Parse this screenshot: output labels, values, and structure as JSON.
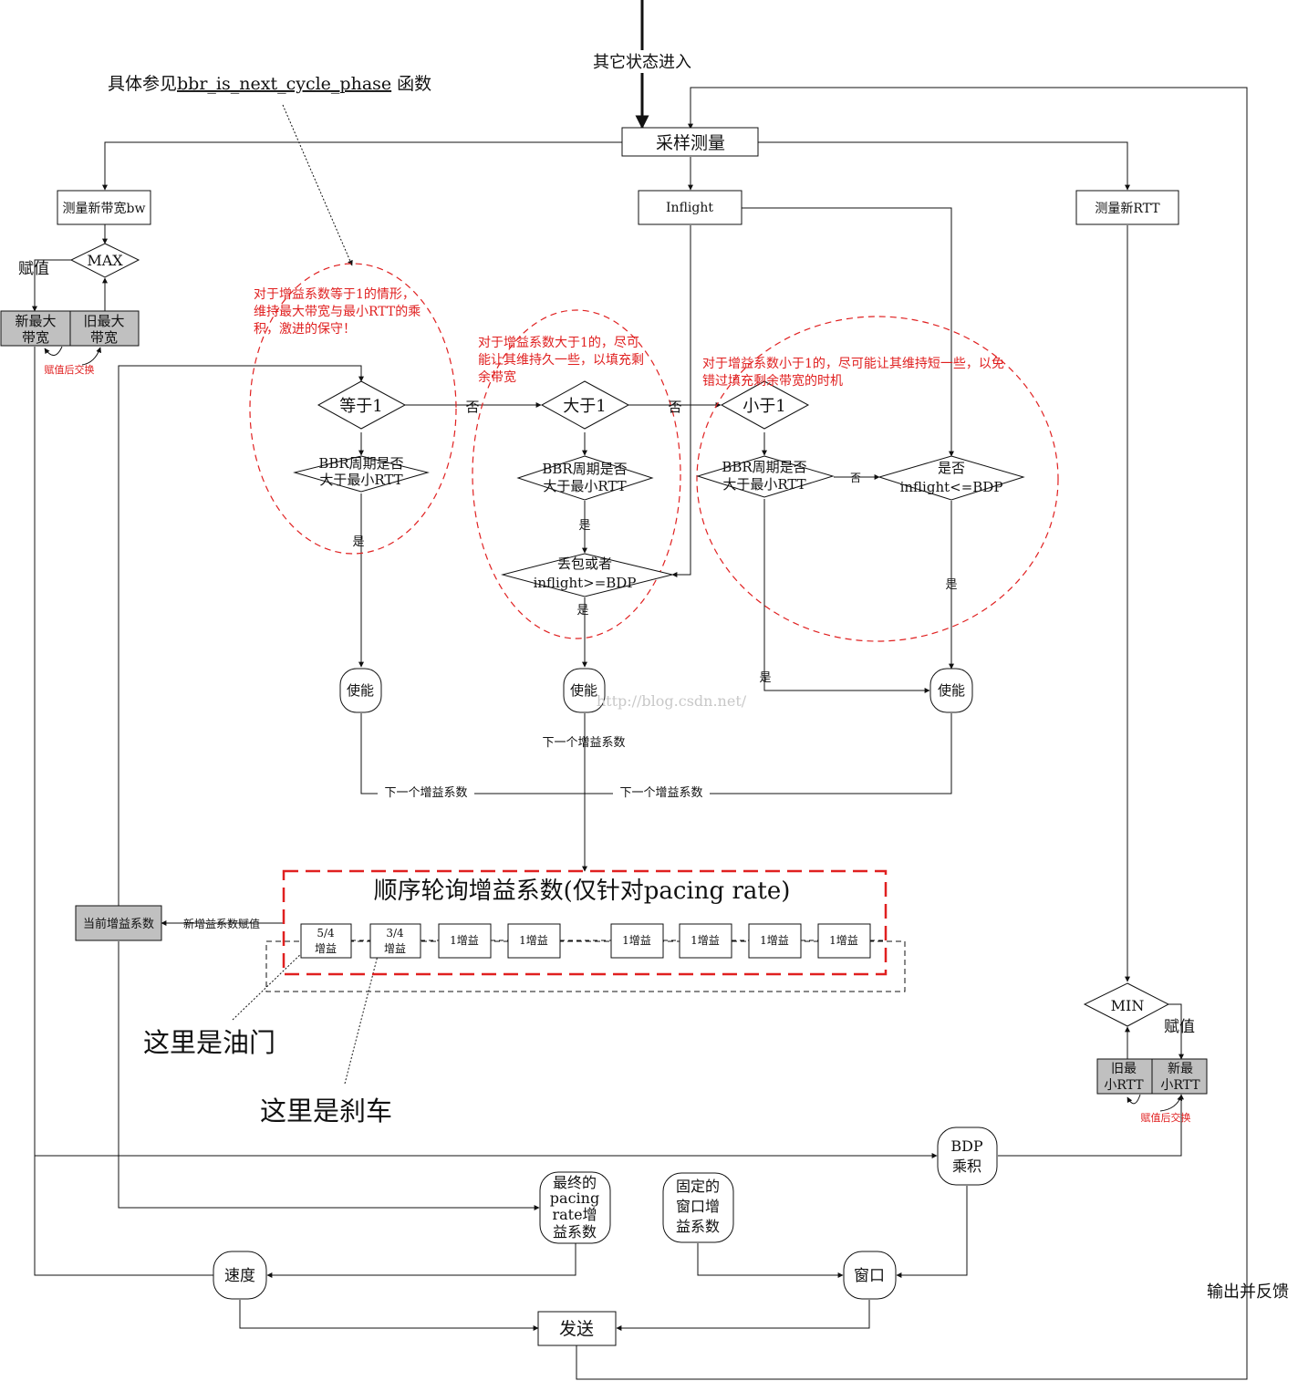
{
  "top_entry": "其它状态进入",
  "reference": {
    "prefix": "具体参见",
    "func": "bbr_is_next_cycle_phase",
    "suffix": " 函数"
  },
  "sample": "采样测量",
  "left": {
    "measure_bw": "测量新带宽bw",
    "max": "MAX",
    "assign": "赋值",
    "new_max": [
      "新最大",
      "带宽"
    ],
    "old_max": [
      "旧最大",
      "带宽"
    ],
    "swap": "赋值后交换"
  },
  "inflight": "Inflight",
  "right": {
    "measure_rtt": "测量新RTT",
    "min": "MIN",
    "assign": "赋值",
    "old_min": [
      "旧最",
      "小RTT"
    ],
    "new_min": [
      "新最",
      "小RTT"
    ],
    "swap": "赋值后交换",
    "feedback": "输出并反馈"
  },
  "notes": {
    "eq": [
      "对于增益系数等于1的情形，",
      "维持最大带宽与最小RTT的乘",
      "积，激进的保守！"
    ],
    "gt": [
      "对于增益系数大于1的，尽可",
      "能让其维持久一些，以填充剩",
      "余带宽"
    ],
    "lt": [
      "对于增益系数小于1的，尽可能让其维持短一些，以免",
      "错过填充剩余带宽的时机"
    ]
  },
  "decisions": {
    "eq1": "等于1",
    "gt1": "大于1",
    "lt1": "小于1",
    "cycle": [
      "BBR周期是否",
      "大于最小RTT"
    ],
    "loss": [
      "丢包或者",
      "inflight>=BDP"
    ],
    "inflight_le": [
      "是否",
      "inflight<=BDP"
    ]
  },
  "labels": {
    "no": "否",
    "yes": "是",
    "enable": "使能",
    "next_gain": "下一个增益系数"
  },
  "watermark": "http://blog.csdn.net/",
  "cycle_box": {
    "title": "顺序轮询增益系数(仅针对pacing rate)",
    "gains": [
      [
        "5/4",
        "增益"
      ],
      [
        "3/4",
        "增益"
      ],
      [
        "1增益"
      ],
      [
        "1增益"
      ],
      [
        "1增益"
      ],
      [
        "1增益"
      ],
      [
        "1增益"
      ],
      [
        "1增益"
      ]
    ]
  },
  "current_gain": "当前增益系数",
  "new_gain_assign": "新增益系数赋值",
  "throttle": "这里是油门",
  "brake": "这里是刹车",
  "bottom": {
    "bdp": [
      "BDP",
      "乘积"
    ],
    "pacing_gain": [
      "最终的",
      "pacing",
      "rate增",
      "益系数"
    ],
    "cwnd_gain": [
      "固定的",
      "窗口增",
      "益系数"
    ],
    "speed": "速度",
    "window": "窗口",
    "send": "发送"
  },
  "colors": {
    "note_red": "#e02020",
    "gray_fill": "#c0c0c0"
  }
}
